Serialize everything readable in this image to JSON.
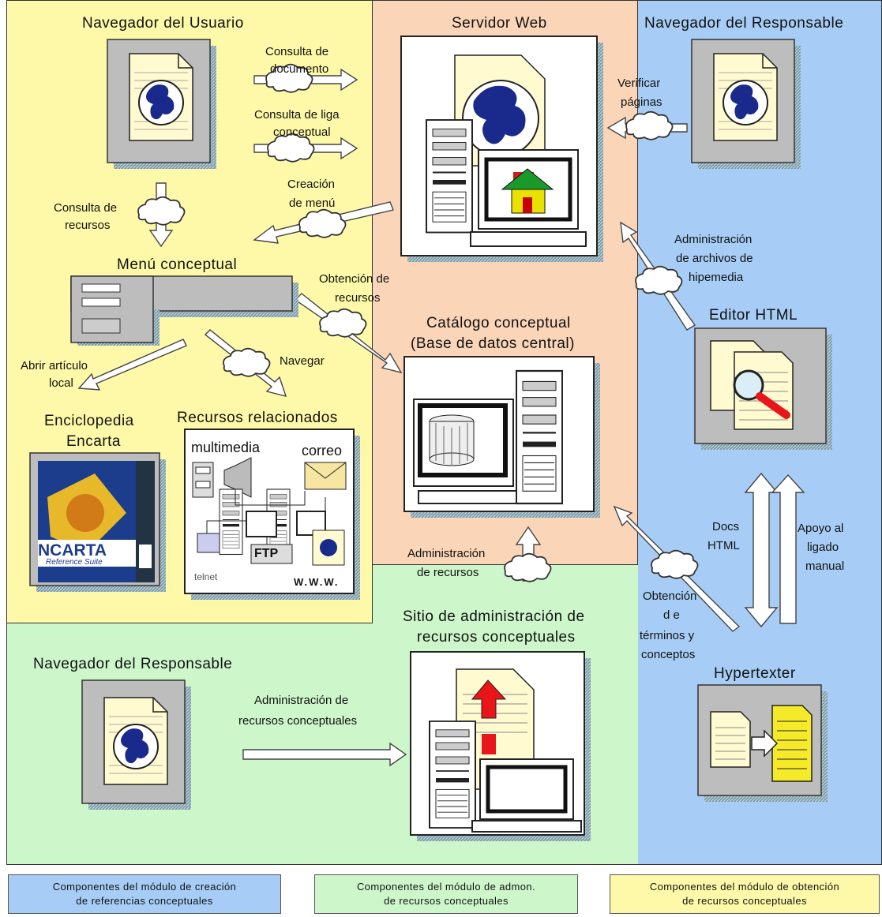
{
  "zones": {
    "yellow": "Componentes del módulo de obtención de recursos conceptuales",
    "blue": "Componentes del módulo de creación de referencias conceptuales",
    "green": "Componentes del módulo de admon. de recursos conceptuales"
  },
  "nodes": {
    "user_browser": "Navegador del Usuario",
    "web_server": "Servidor Web",
    "resp_browser_top": "Navegador del Responsable",
    "concept_menu": "Menú conceptual",
    "catalog_line1": "Catálogo conceptual",
    "catalog_line2": "(Base de datos central)",
    "encarta_line1": "Enciclopedia",
    "encarta_line2": "Encarta",
    "related_resources": "Recursos relacionados",
    "html_editor": "Editor  HTML",
    "hypertexter": "Hypertexter",
    "resp_browser_bottom": "Navegador del Responsable",
    "admin_site_line1": "Sitio de administración de",
    "admin_site_line2": "recursos conceptuales"
  },
  "resource_labels": {
    "multimedia": "multimedia",
    "mail": "correo",
    "ftp": "FTP",
    "telnet": "telnet",
    "www": "W.W.W.",
    "encarta_box": "NCARTA",
    "encarta_sub": "Reference Suite"
  },
  "edges": {
    "consulta_documento": [
      "Consulta de",
      "documento"
    ],
    "consulta_liga": [
      "Consulta de liga",
      "conceptual"
    ],
    "creacion_menu": [
      "Creación",
      "de menú"
    ],
    "consulta_recursos": [
      "Consulta de",
      "recursos"
    ],
    "obtencion_recursos": [
      "Obtención de",
      "recursos"
    ],
    "abrir_articulo": [
      "Abrir artículo",
      "local"
    ],
    "navegar": [
      "Navegar"
    ],
    "verificar_paginas": [
      "Verificar",
      "páginas"
    ],
    "admin_hipermedia": [
      "Administración",
      "de archivos de",
      "hipemedia"
    ],
    "docs_html": [
      "Docs",
      "HTML"
    ],
    "apoyo_ligado": [
      "Apoyo al",
      "ligado",
      "manual"
    ],
    "admin_recursos": [
      "Administración",
      "de recursos"
    ],
    "obtencion_terminos": [
      "Obtención",
      "d e",
      "términos y",
      "conceptos"
    ],
    "admin_recursos_conceptuales": [
      "Administración de",
      "recursos conceptuales"
    ]
  },
  "legend": {
    "blue_line1": "Componentes  del  módulo  de  creación",
    "blue_line2": "de  referencias  conceptuales",
    "green_line1": "Componentes  del  módulo  de  admon.",
    "green_line2": "de  recursos  conceptuales",
    "yellow_line1": "Componentes  del  módulo  de  obtención",
    "yellow_line2": "de  recursos  conceptuales"
  },
  "colors": {
    "yellow": "#fef9a8",
    "salmon": "#fad5b8",
    "blue": "#a7cdf6",
    "green": "#cdf7cb",
    "globe": "#1a2a8c",
    "red": "#e8151b"
  }
}
